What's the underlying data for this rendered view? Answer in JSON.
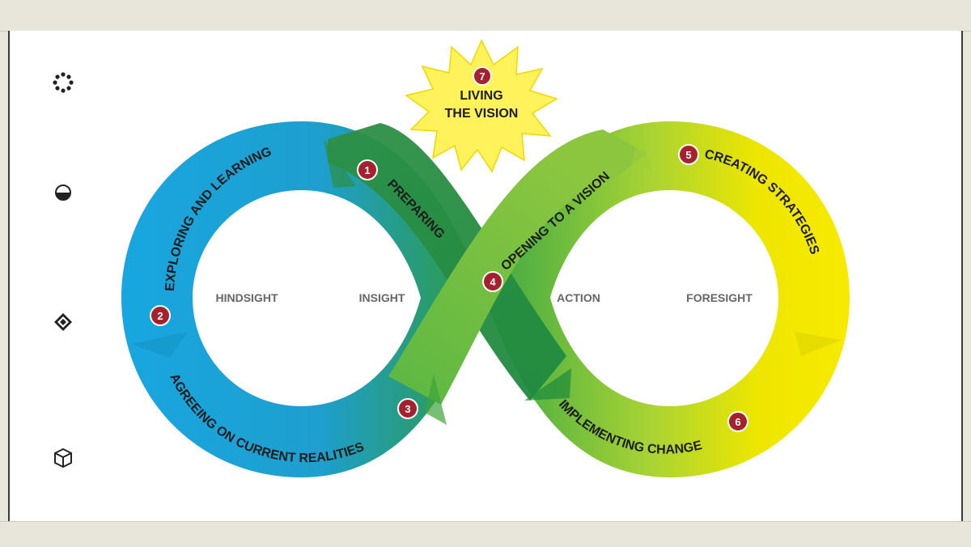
{
  "regions": {
    "hindsight": "HINDSIGHT",
    "insight": "INSIGHT",
    "action": "ACTION",
    "foresight": "FORESIGHT"
  },
  "steps": [
    {
      "number": "1",
      "label": "PREPARING"
    },
    {
      "number": "2",
      "label": "EXPLORING AND LEARNING"
    },
    {
      "number": "3",
      "label": "AGREEING ON CURRENT REALITIES"
    },
    {
      "number": "4",
      "label": "OPENING TO A VISION"
    },
    {
      "number": "5",
      "label": "CREATING STRATEGIES"
    },
    {
      "number": "6",
      "label": "IMPLEMENTING CHANGE"
    }
  ],
  "vision": {
    "number": "7",
    "line1": "LIVING",
    "line2": "THE VISION"
  },
  "toolbar_icons": [
    "loading-spinner-icon",
    "half-circle-icon",
    "diamond-icon",
    "cube-icon"
  ],
  "colors": {
    "badge": "#a3222e",
    "blue": "#1aa3dc",
    "green": "#2e9e3e",
    "yellow": "#f4e600",
    "star": "#fff25a",
    "text": "#1c1c1c",
    "region_text": "#666666"
  }
}
